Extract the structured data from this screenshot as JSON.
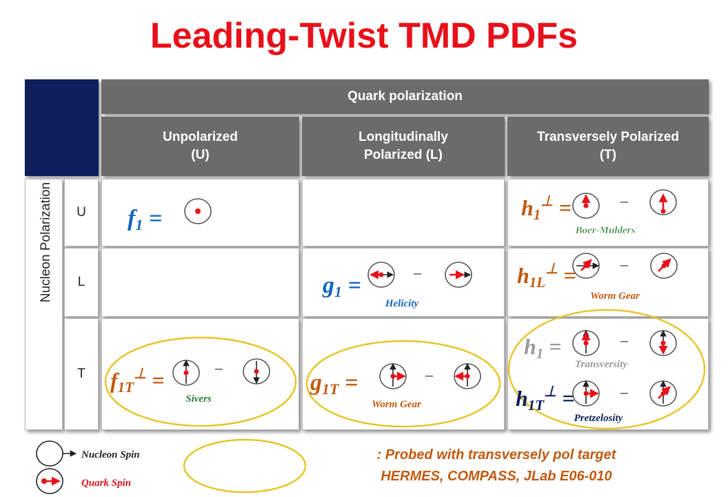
{
  "title": "Leading-Twist TMD PDFs",
  "header": {
    "quark_polarization": "Quark polarization",
    "col_u": [
      "Unpolarized",
      "(U)"
    ],
    "col_l": [
      "Longitudinally",
      "Polarized (L)"
    ],
    "col_t": [
      "Transversely Polarized",
      "(T)"
    ]
  },
  "rows": {
    "nucleon_polarization": "Nucleon Polarization",
    "u": "U",
    "l": "L",
    "t": "T"
  },
  "functions": {
    "f1": {
      "sym": "f",
      "sub": "1"
    },
    "h1perp": {
      "sym": "h",
      "sub": "1",
      "sup": "⊥",
      "label": "Boer-Mulders"
    },
    "g1": {
      "sym": "g",
      "sub": "1",
      "label": "Helicity"
    },
    "h1lperp": {
      "sym": "h",
      "sub": "1L",
      "sup": "⊥",
      "label": "Worm Gear"
    },
    "f1tperp": {
      "sym": "f",
      "sub": "1T",
      "sup": "⊥",
      "label": "Sivers"
    },
    "g1t": {
      "sym": "g",
      "sub": "1T",
      "label": "Worm Gear"
    },
    "h1": {
      "sym": "h",
      "sub": "1",
      "label": "Transversity"
    },
    "h1tperp": {
      "sym": "h",
      "sub": "1T",
      "sup": "⊥",
      "label": "Pretzelosity"
    }
  },
  "legend": {
    "nucleon_spin": "Nucleon Spin",
    "quark_spin": "Quark Spin",
    "probed_line1": ": Probed with transversely pol target",
    "probed_line2": "HERMES, COMPASS, JLab E06-010"
  },
  "colors": {
    "title": "#e8101a",
    "blue": "#1565c0",
    "orange": "#c05a10",
    "green": "#2e7d32",
    "gray": "#9a9a9a",
    "header": "#6b6b6b",
    "navy": "#0d1f5c",
    "quark": "#e8101a",
    "ellipse": "#e6c52a"
  }
}
